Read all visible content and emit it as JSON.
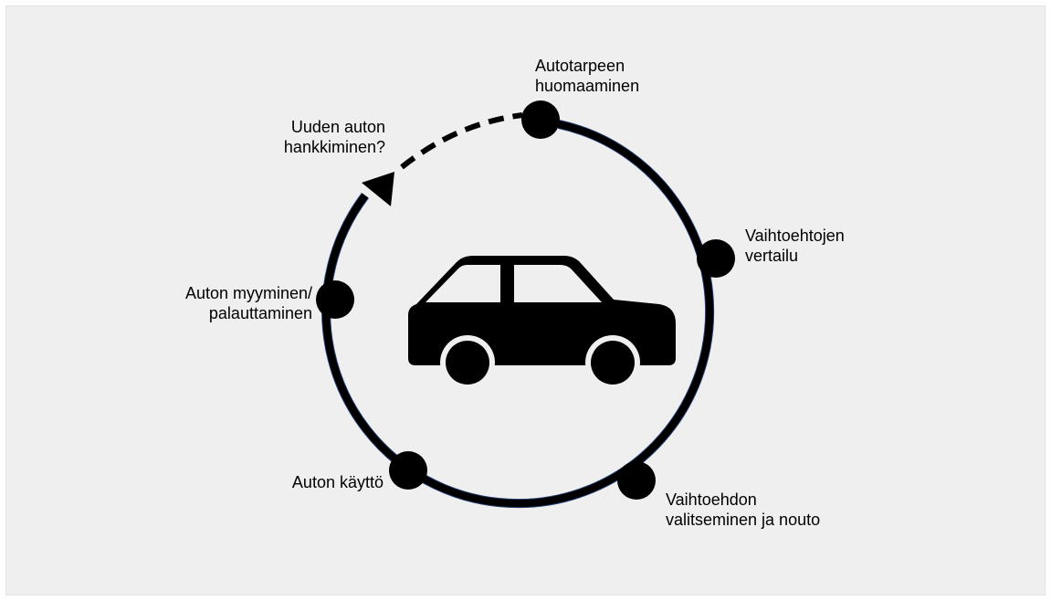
{
  "diagram": {
    "stages": [
      {
        "id": "autotarpeen-huomaaminen",
        "lines": [
          "Autotarpeen",
          "huomaaminen"
        ]
      },
      {
        "id": "vaihtoehtojen-vertailu",
        "lines": [
          "Vaihtoehtojen",
          "vertailu"
        ]
      },
      {
        "id": "vaihtoehdon-valitseminen",
        "lines": [
          "Vaihtoehdon",
          "valitseminen ja nouto"
        ]
      },
      {
        "id": "auton-kaytto",
        "lines": [
          "Auton käyttö"
        ]
      },
      {
        "id": "auton-myyminen",
        "lines": [
          "Auton myyminen/",
          "palauttaminen"
        ]
      }
    ],
    "repeat_question": {
      "lines": [
        "Uuden auton",
        "hankkiminen?"
      ]
    },
    "center_icon": "car-icon",
    "colors": {
      "background": "#efefef",
      "ring": "#000000",
      "ring_outline": "#1f3a6e",
      "nodes": "#000000"
    }
  }
}
